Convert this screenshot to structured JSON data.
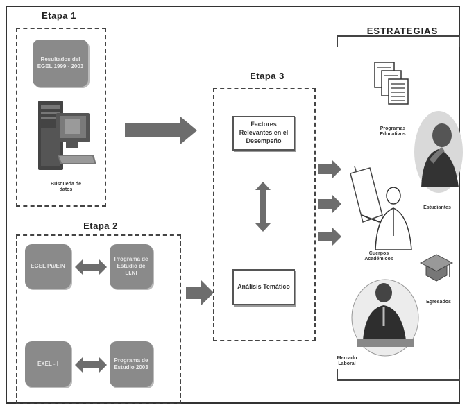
{
  "stage1": {
    "title": "Etapa 1",
    "results_box": "Resultados del EGEL 1999 - 2003",
    "computer_label": "Búsqueda de datos"
  },
  "stage2": {
    "title": "Etapa 2",
    "row1_left": "EGEL Pu/EIN",
    "row1_right": "Programa de Estudio de LI.NI",
    "row2_left": "EXEL - I",
    "row2_right": "Programa de Estudio 2003"
  },
  "stage3": {
    "title": "Etapa 3",
    "factors_box": "Factores Relevantes en el Desempeño",
    "analysis_box": "Análisis Temático"
  },
  "strategies": {
    "title": "ESTRATEGIAS",
    "programs": "Programas Educativos",
    "students": "Estudiantes",
    "teachers": "Cuerpos Académicos",
    "graduates": "Egresados",
    "labor_market": "Mercado Laboral"
  },
  "colors": {
    "arrow": "#6d6d6d",
    "box_fill": "#8a8a8a"
  }
}
